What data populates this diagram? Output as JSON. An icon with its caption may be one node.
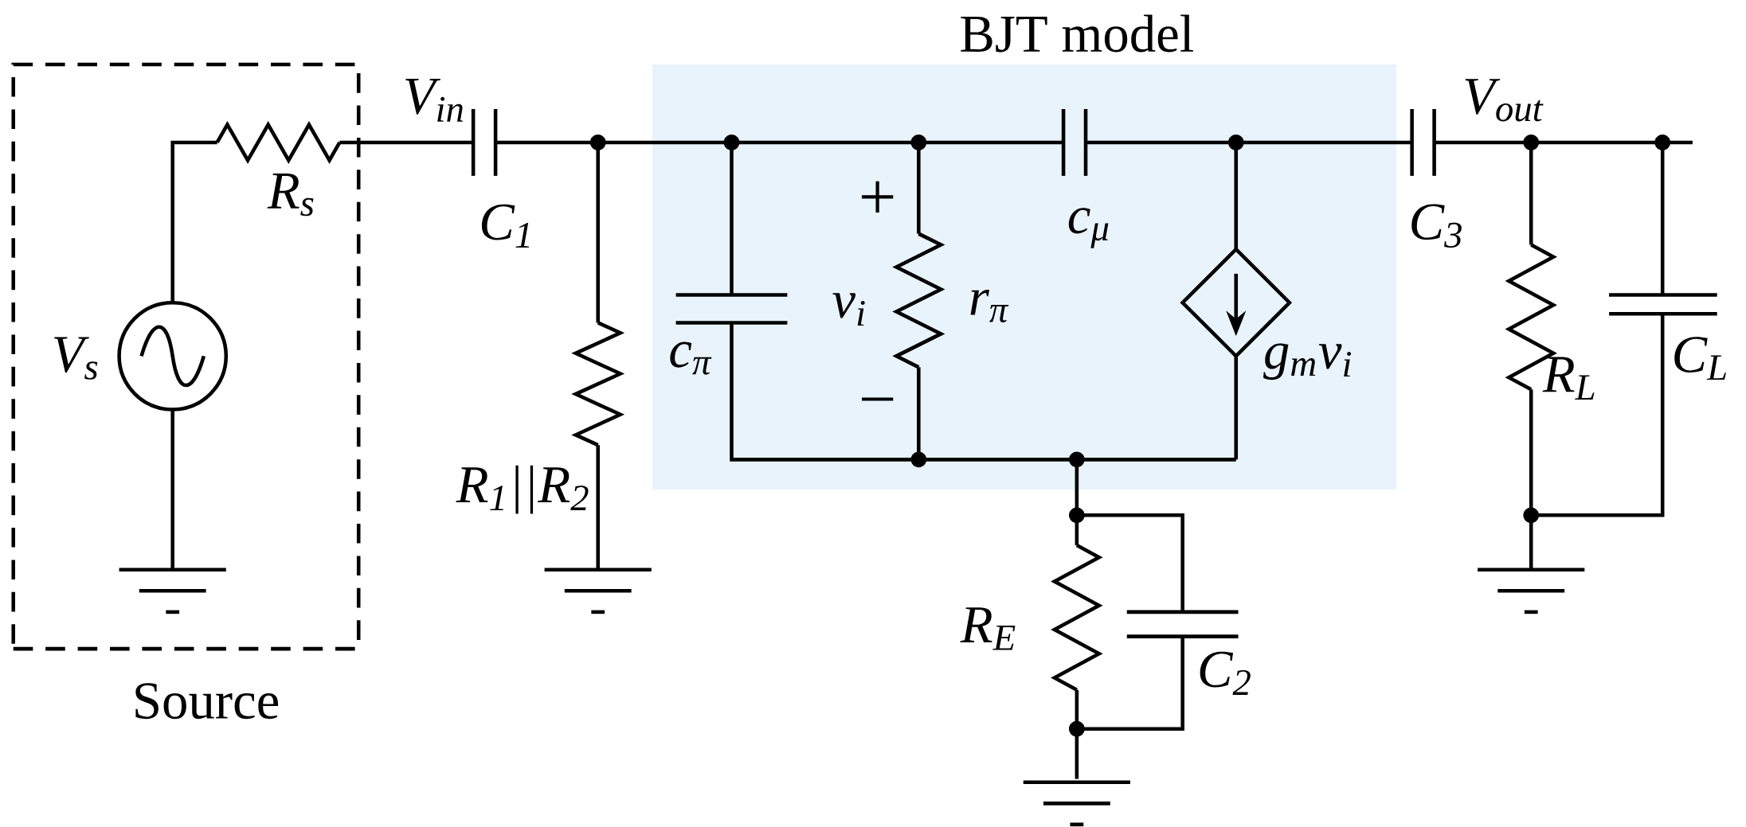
{
  "diagram": {
    "nodes": [
      {
        "text": [
          "Source"
        ]
      },
      {
        "text": [
          "BJT model"
        ]
      }
    ],
    "labels": [
      "V$_{in}$",
      "V$_{out}$",
      "+",
      "R$_{s}$",
      "C$_{1}$",
      "c$_{μ}$",
      "C$_{3}$",
      "v$_{i}$",
      "r$_{π}$",
      "V$_{s}$",
      "c$_{π}$",
      "g$_{m}$v$_{i}$",
      "R$_{L}$",
      "C$_{L}$",
      "−",
      "R$_{1}$||R$_{2}$",
      "R$_{E}$",
      "C$_{2}$"
    ]
  }
}
